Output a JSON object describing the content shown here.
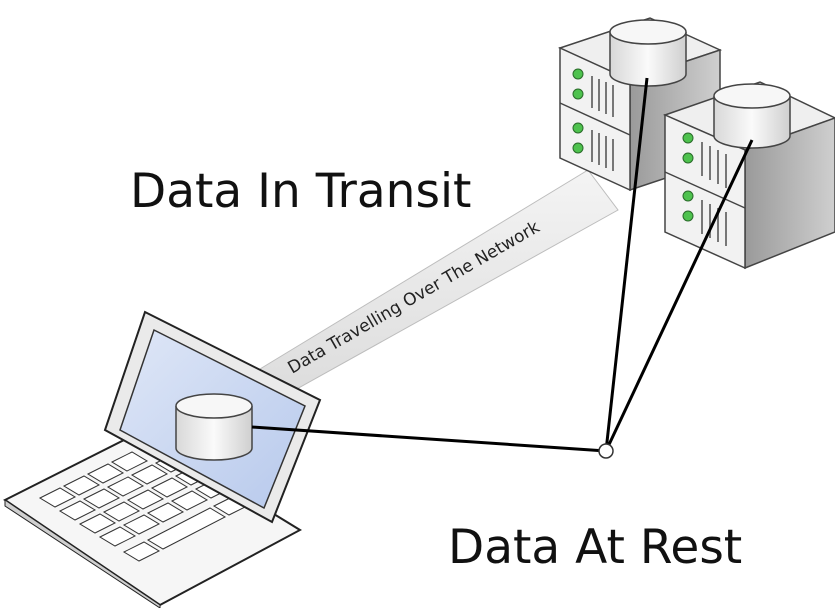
{
  "diagram": {
    "transit_label": "Data In Transit",
    "rest_label": "Data At Rest",
    "network_label": "Data Travelling Over The Network"
  },
  "nodes": [
    {
      "id": "laptop",
      "icon": "laptop-icon"
    },
    {
      "id": "server-rack-back",
      "icon": "server-rack-icon"
    },
    {
      "id": "server-rack-front",
      "icon": "server-rack-icon"
    }
  ],
  "colors": {
    "line": "#000000",
    "server_led": "#4ec24e",
    "screen": "#c8d6f0",
    "beam": "#ececec"
  }
}
